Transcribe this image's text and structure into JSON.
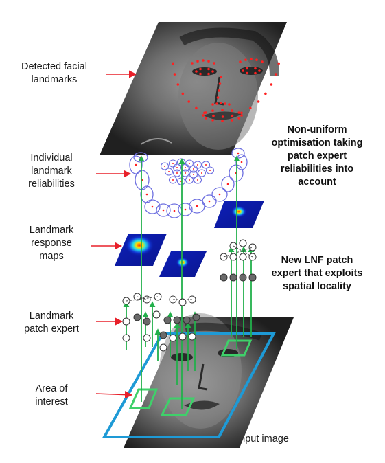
{
  "labels": {
    "detected_landmarks": [
      "Detected facial",
      "landmarks"
    ],
    "reliabilities": [
      "Individual",
      "landmark",
      "reliabilities"
    ],
    "response_maps": [
      "Landmark",
      "response",
      "maps"
    ],
    "patch_expert": [
      "Landmark",
      "patch expert"
    ],
    "area_of_interest": [
      "Area of",
      "interest"
    ],
    "input_image": "Input image"
  },
  "notes": {
    "optimisation": [
      "Non-uniform",
      "optimisation taking",
      "patch expert",
      "reliabilities into",
      "account"
    ],
    "lnf": [
      "New LNF patch",
      "expert that exploits",
      "spatial locality"
    ]
  },
  "colors": {
    "arrow_red": "#e8202a",
    "flow_green": "#22b04b",
    "roi_blue": "#1e9ad6",
    "patch_green": "#3fd06a",
    "ellipse_blue": "#6d6fe0",
    "landmark_red": "#ff2020"
  }
}
